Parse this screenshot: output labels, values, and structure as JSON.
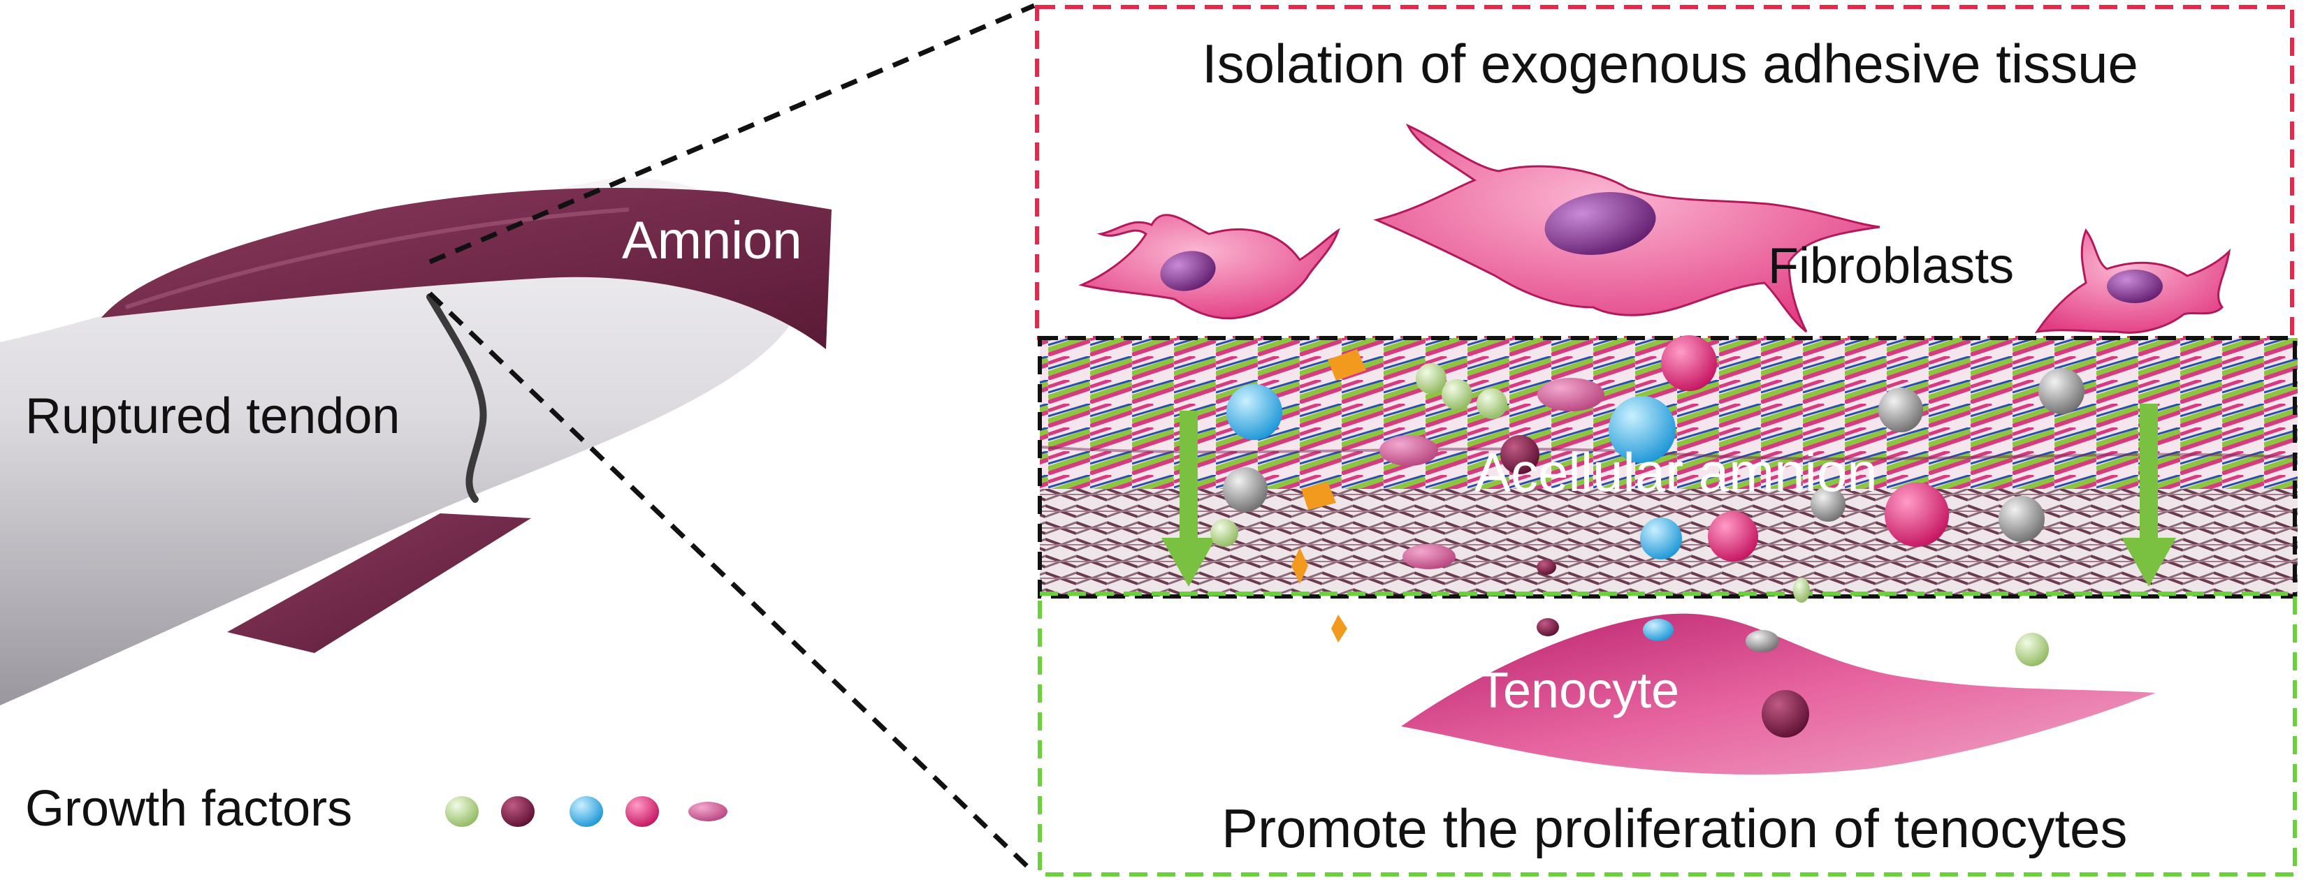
{
  "labels": {
    "top_box": "Isolation of exogenous adhesive tissue",
    "bottom_box": "Promote the proliferation of tenocytes",
    "amnion": "Amnion",
    "ruptured_tendon": "Ruptured tendon",
    "growth_factors": "Growth factors",
    "fibroblasts": "Fibroblasts",
    "acellular_amnion": "Acellular amnion",
    "tenocyte": "Tenocyte"
  },
  "colors": {
    "isolation_box_border": "#e8274a",
    "acellular_box_border": "#111111",
    "proliferation_box_border": "#6ad13a",
    "amnion_wrap": "#6b2344",
    "tendon": "#d9d7dc",
    "fibroblast_body": "#e7498a",
    "fibroblast_nucleus": "#7a2a8c",
    "tenocyte": "#c8337c",
    "collagen_green": "#8cc63f",
    "collagen_pink": "#d63a7f",
    "collagen_blue": "#2a4fa8",
    "arrow_green": "#7ac142",
    "growth_factor_green": "#cfe6a8",
    "growth_factor_maroon": "#7a1f44",
    "growth_factor_blue": "#2ab0e6",
    "growth_factor_pink": "#e0237a",
    "growth_factor_mauve": "#c95a9a"
  },
  "icons": [
    "growth-factor-green-icon",
    "growth-factor-maroon-icon",
    "growth-factor-blue-icon",
    "growth-factor-pink-icon",
    "growth-factor-mauve-icon"
  ]
}
